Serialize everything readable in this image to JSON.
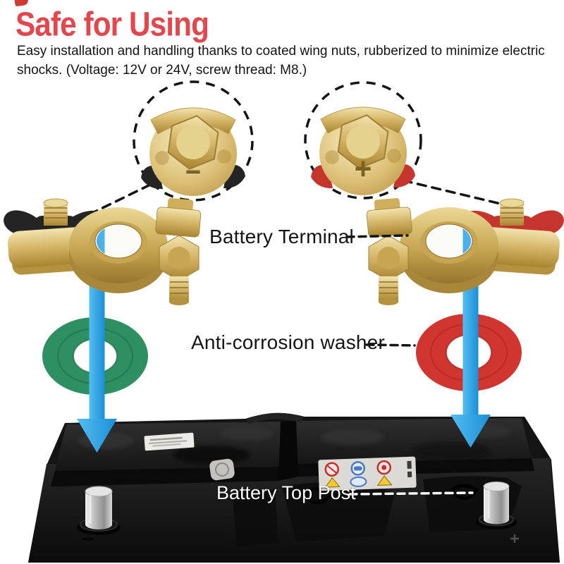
{
  "header": {
    "title": "Safe for Using",
    "description": "Easy installation and handling thanks to coated wing nuts, rubberized to minimize electric shocks. (Voltage: 12V or 24V, screw thread: M8.)"
  },
  "callouts": {
    "left": {
      "name": "negative-terminal-wing-nut-closeup",
      "symbol": "−"
    },
    "right": {
      "name": "positive-terminal-wing-nut-closeup",
      "symbol": "+"
    }
  },
  "labels": {
    "battery_terminal": "Battery Terminal",
    "anti_corrosion_washer": "Anti-corrosion washer",
    "battery_top_post": "Battery Top Post"
  },
  "parts": [
    {
      "name": "negative-battery-terminal",
      "wing_nut": "black coated"
    },
    {
      "name": "positive-battery-terminal",
      "wing_nut": "red coated"
    },
    {
      "name": "anti-corrosion-washer-green",
      "color": "green"
    },
    {
      "name": "anti-corrosion-washer-red",
      "color": "red"
    },
    {
      "name": "car-battery-with-top-posts"
    }
  ],
  "colors": {
    "title_red": "#e2474d",
    "arrow_blue": "#2aa3e8",
    "washer_green": "#2e8f63",
    "washer_red": "#d03530",
    "wing_black": "#242424",
    "wing_red": "#c6342e",
    "brass": "#d9bc72",
    "label_dark": "#151515",
    "label_white": "#ffffff"
  }
}
